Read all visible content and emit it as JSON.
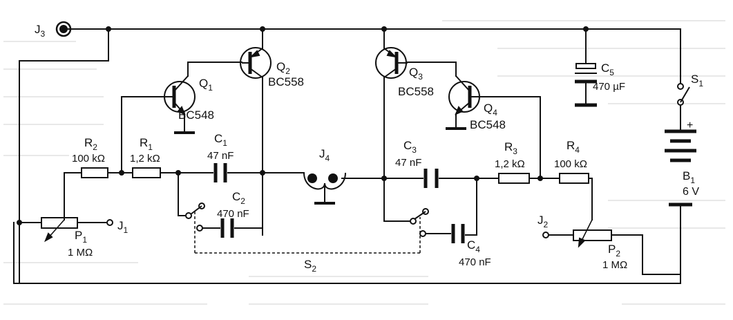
{
  "labels": {
    "J3": "J",
    "J3_sub": "3",
    "J1": "J",
    "J1_sub": "1",
    "J2": "J",
    "J2_sub": "2",
    "J4": "J",
    "J4_sub": "4",
    "Q1": "Q",
    "Q1_sub": "1",
    "Q1_type": "BC548",
    "Q2": "Q",
    "Q2_sub": "2",
    "Q2_type": "BC558",
    "Q3": "Q",
    "Q3_sub": "3",
    "Q3_type": "BC558",
    "Q4": "Q",
    "Q4_sub": "4",
    "Q4_type": "BC548",
    "R1": "R",
    "R1_sub": "1",
    "R1_val": "1,2 kΩ",
    "R2": "R",
    "R2_sub": "2",
    "R2_val": "100 kΩ",
    "R3": "R",
    "R3_sub": "3",
    "R3_val": "1,2 kΩ",
    "R4": "R",
    "R4_sub": "4",
    "R4_val": "100 kΩ",
    "C1": "C",
    "C1_sub": "1",
    "C1_val": "47 nF",
    "C2": "C",
    "C2_sub": "2",
    "C2_val": "470 nF",
    "C3": "C",
    "C3_sub": "3",
    "C3_val": "47 nF",
    "C4": "C",
    "C4_sub": "4",
    "C4_val": "470 nF",
    "C5": "C",
    "C5_sub": "5",
    "C5_val": "470 µF",
    "P1": "P",
    "P1_sub": "1",
    "P1_val": "1 MΩ",
    "P2": "P",
    "P2_sub": "2",
    "P2_val": "1 MΩ",
    "S1": "S",
    "S1_sub": "1",
    "S2": "S",
    "S2_sub": "2",
    "B1": "B",
    "B1_sub": "1",
    "B1_val": "6 V",
    "plus": "+"
  },
  "colors": {
    "ink": "#111111",
    "paper": "#ffffff",
    "bleed": "#c8c8c8"
  }
}
